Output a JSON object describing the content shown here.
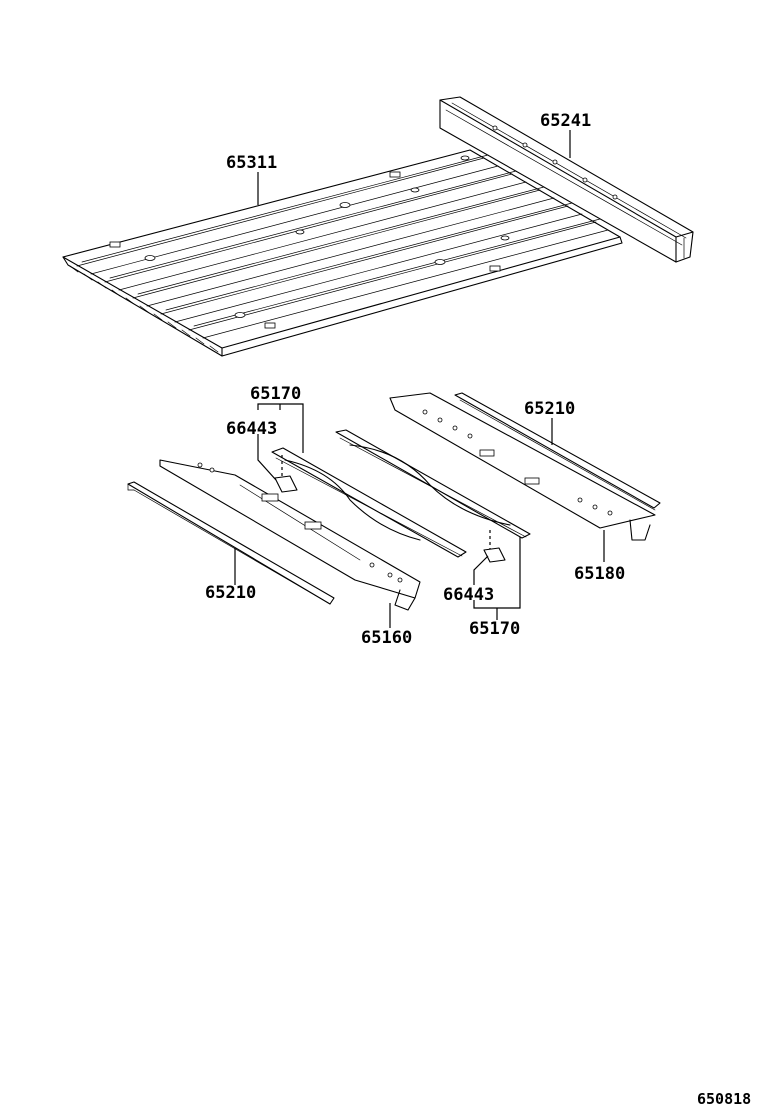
{
  "diagram_code": "650818",
  "parts": {
    "floor_panel": "65311",
    "side_rail_upper": "65241",
    "crossmember_group_left": "65170",
    "bracket_left": "66443",
    "rail_right": "65210",
    "rail_left": "65210",
    "front_crossmember": "65160",
    "bracket_right": "66443",
    "crossmember_group_right": "65170",
    "rear_crossmember": "65180"
  }
}
